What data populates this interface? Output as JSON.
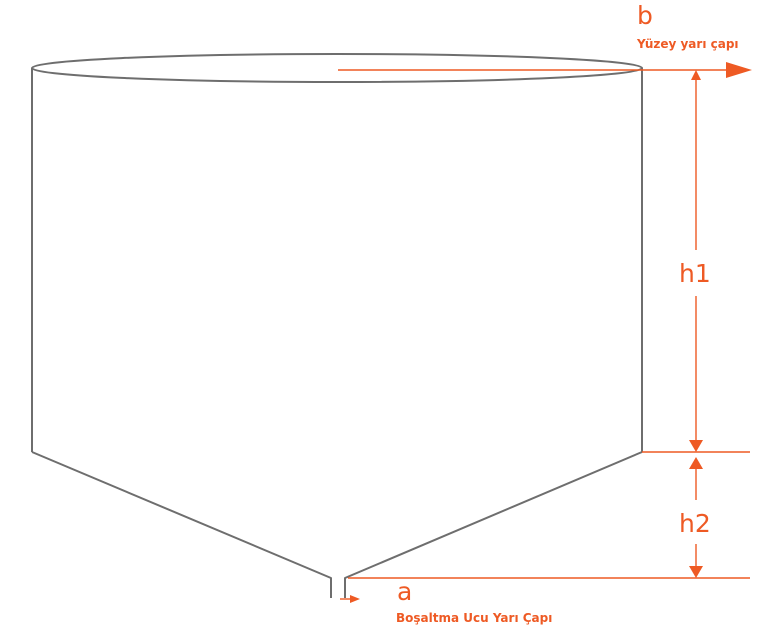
{
  "labels": {
    "b": "b",
    "surface_radius": "Yüzey yarı çapı",
    "h1": "h1",
    "h2": "h2",
    "a": "a",
    "outlet_radius": "Boşaltma Ucu Yarı Çapı"
  },
  "colors": {
    "accent": "#ee5a24",
    "outline": "#6e6e6e",
    "background": "#ffffff"
  }
}
